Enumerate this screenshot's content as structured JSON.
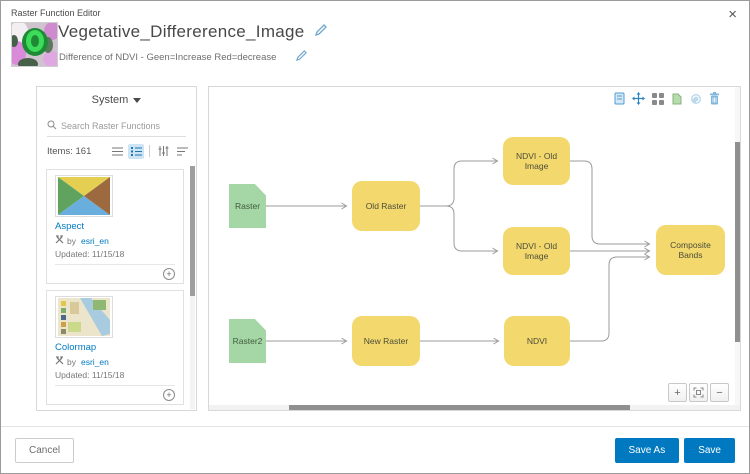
{
  "window": {
    "title": "Raster Function Editor"
  },
  "icons": {
    "close": "×",
    "plus_circle": "+",
    "zoom_in": "+",
    "zoom_out": "−"
  },
  "header": {
    "title": "Vegetative_Differerence_Image",
    "subtitle": "Difference of NDVI - Geen=Increase Red=decrease"
  },
  "left_panel": {
    "category": "System",
    "search_placeholder": "Search Raster Functions",
    "items_count": "Items: 161",
    "functions": [
      {
        "name": "Aspect",
        "by": "by",
        "author": "esri_en",
        "updated": "Updated: 11/15/18"
      },
      {
        "name": "Colormap",
        "by": "by",
        "author": "esri_en",
        "updated": "Updated: 11/15/18"
      }
    ]
  },
  "canvas": {
    "nodes": {
      "raster": "Raster",
      "old_raster": "Old Raster",
      "ndvi_old_top": "NDVI - Old Image",
      "ndvi_old_bottom": "NDVI - Old Image",
      "composite_bands": "Composite Bands",
      "raster2": "Raster2",
      "new_raster": "New Raster",
      "ndvi": "NDVI"
    }
  },
  "footer": {
    "cancel": "Cancel",
    "save_as": "Save As",
    "save": "Save"
  },
  "colors": {
    "accent": "#0079c1",
    "node_function": "#f3d96d",
    "node_input": "#a5d6a5",
    "connector": "#9b9b9b",
    "link": "#0079c1"
  }
}
